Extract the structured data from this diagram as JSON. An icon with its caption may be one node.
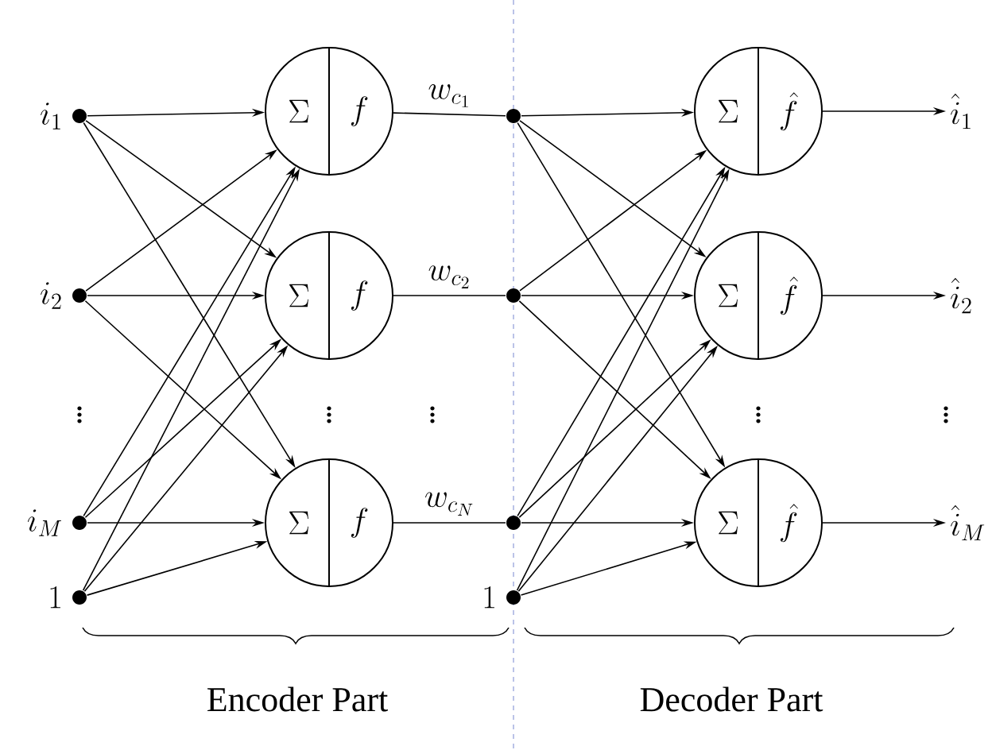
{
  "diagram": {
    "nodes": [
      {
        "text": [],
        "shape": "circle",
        "beside": [
          "i_1"
        ]
      },
      {
        "text": [],
        "shape": "circle",
        "beside": [
          "i_2"
        ]
      },
      {
        "text": [],
        "shape": "circle",
        "beside": [
          "i_M"
        ]
      },
      {
        "text": [],
        "shape": "circle",
        "beside": [
          "1"
        ]
      },
      {
        "text": [
          "\\Sigma",
          "f"
        ]
      },
      {
        "text": [
          "\\Sigma",
          "f"
        ]
      },
      {
        "text": [
          "\\Sigma",
          "f"
        ]
      },
      {
        "text": [],
        "shape": "circle"
      },
      {
        "text": [],
        "shape": "circle"
      },
      {
        "text": [],
        "shape": "circle"
      },
      {
        "text": [],
        "shape": "circle",
        "beside": [
          "1"
        ]
      },
      {
        "text": [
          "\\Sigma",
          "\\hat{f}"
        ]
      },
      {
        "text": [
          "\\Sigma",
          "\\hat{f}"
        ]
      },
      {
        "text": [
          "\\Sigma",
          "\\hat{f}"
        ]
      },
      {
        "text": [
          "\\hat{i}_1"
        ]
      },
      {
        "text": [
          "\\hat{i}_2"
        ]
      },
      {
        "text": [
          "\\hat{i}_M"
        ]
      }
    ],
    "edges": [
      {
        "from": 0,
        "to": 4,
        "arrow": "to"
      },
      {
        "from": 0,
        "to": 5,
        "arrow": "to"
      },
      {
        "from": 0,
        "to": 6,
        "arrow": "to"
      },
      {
        "from": 1,
        "to": 4,
        "arrow": "to"
      },
      {
        "from": 1,
        "to": 5,
        "arrow": "to"
      },
      {
        "from": 1,
        "to": 6,
        "arrow": "to"
      },
      {
        "from": 2,
        "to": 4,
        "arrow": "to"
      },
      {
        "from": 2,
        "to": 5,
        "arrow": "to"
      },
      {
        "from": 2,
        "to": 6,
        "arrow": "to"
      },
      {
        "from": 3,
        "to": 4,
        "arrow": "to"
      },
      {
        "from": 3,
        "to": 5,
        "arrow": "to"
      },
      {
        "from": 3,
        "to": 6,
        "arrow": "to"
      },
      {
        "from": 4,
        "to": 7,
        "arrow": "none",
        "label": "w_{c_1}"
      },
      {
        "from": 5,
        "to": 8,
        "arrow": "none",
        "label": "w_{c_2}"
      },
      {
        "from": 6,
        "to": 9,
        "arrow": "none",
        "label": "w_{c_N}"
      },
      {
        "from": 7,
        "to": 11,
        "arrow": "to"
      },
      {
        "from": 7,
        "to": 12,
        "arrow": "to"
      },
      {
        "from": 7,
        "to": 13,
        "arrow": "to"
      },
      {
        "from": 8,
        "to": 11,
        "arrow": "to"
      },
      {
        "from": 8,
        "to": 12,
        "arrow": "to"
      },
      {
        "from": 8,
        "to": 13,
        "arrow": "to"
      },
      {
        "from": 9,
        "to": 11,
        "arrow": "to"
      },
      {
        "from": 9,
        "to": 12,
        "arrow": "to"
      },
      {
        "from": 9,
        "to": 13,
        "arrow": "to"
      },
      {
        "from": 10,
        "to": 11,
        "arrow": "to"
      },
      {
        "from": 10,
        "to": 12,
        "arrow": "to"
      },
      {
        "from": 10,
        "to": 13,
        "arrow": "to"
      },
      {
        "from": 11,
        "to": 14,
        "arrow": "to"
      },
      {
        "from": 12,
        "to": 15,
        "arrow": "to"
      },
      {
        "from": 13,
        "to": 16,
        "arrow": "to"
      }
    ],
    "labels": [
      "\\vdots",
      "\\vdots",
      "\\vdots",
      "\\vdots",
      "\\vdots",
      "Encoder Part",
      "Decoder Part"
    ]
  }
}
